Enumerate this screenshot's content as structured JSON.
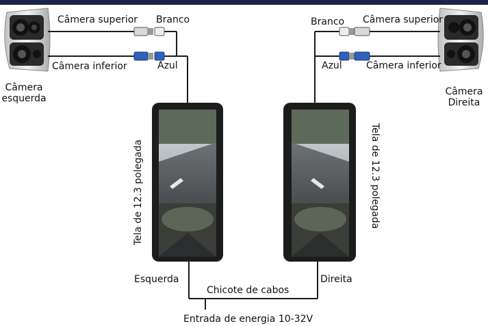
{
  "left": {
    "camera_upper": "Câmera superior",
    "camera_lower": "Câmera inferior",
    "wire_white": "Branco",
    "wire_blue": "Azul",
    "camera_name_line1": "Câmera",
    "camera_name_line2": "esquerda",
    "screen_label": "Tela de 12.3 polegada",
    "side_label": "Esquerda"
  },
  "right": {
    "camera_upper": "Câmera superior",
    "camera_lower": "Câmera inferior",
    "wire_white": "Branco",
    "wire_blue": "Azul",
    "camera_name_line1": "Câmera",
    "camera_name_line2": "Direita",
    "screen_label": "Tela de 12.3 polegada",
    "side_label": "Direita"
  },
  "harness_label": "Chicote de cabos",
  "power_label": "Entrada de energia 10-32V",
  "colors": {
    "top_bar": "#1b2346",
    "wire": "#1a1a1a",
    "connector_white": "#e8e8e8",
    "connector_blue": "#2f62b8",
    "monitor_frame": "#1c1c1c"
  }
}
